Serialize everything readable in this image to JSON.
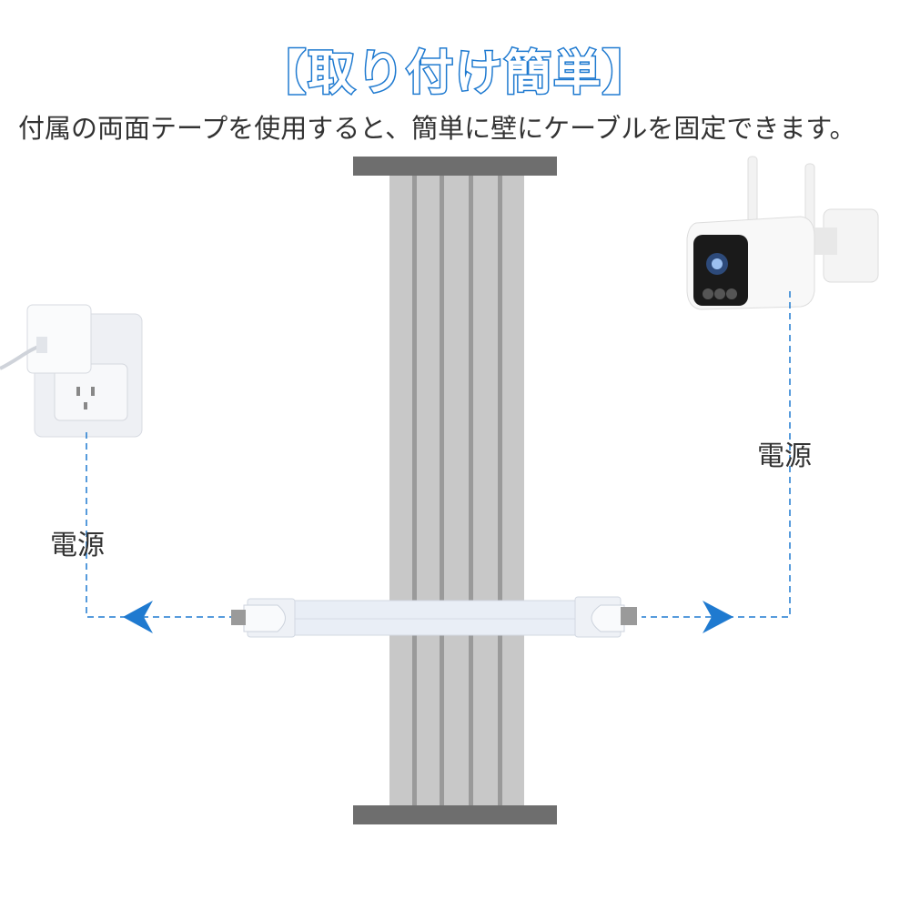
{
  "title": "【取り付け簡単】",
  "subtitle": "付属の両面テープを使用すると、簡単に壁にケーブルを固定できます。",
  "labels": {
    "left_power": "電源",
    "right_power": "電源"
  },
  "colors": {
    "accent": "#1f7ad0",
    "wall": "#c8c8c8",
    "wall_frame": "#6e6e6e"
  }
}
